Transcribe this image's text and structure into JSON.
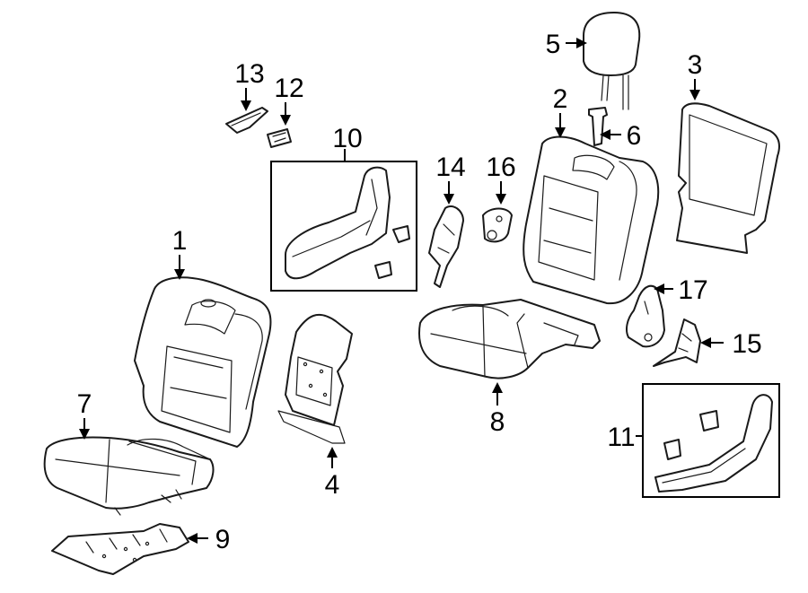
{
  "callouts": {
    "c1": "1",
    "c2": "2",
    "c3": "3",
    "c4": "4",
    "c5": "5",
    "c6": "6",
    "c7": "7",
    "c8": "8",
    "c9": "9",
    "c10": "10",
    "c11": "11",
    "c12": "12",
    "c13": "13",
    "c14": "14",
    "c15": "15",
    "c16": "16",
    "c17": "17"
  },
  "style": {
    "line_color": "#000000",
    "background": "#ffffff"
  }
}
